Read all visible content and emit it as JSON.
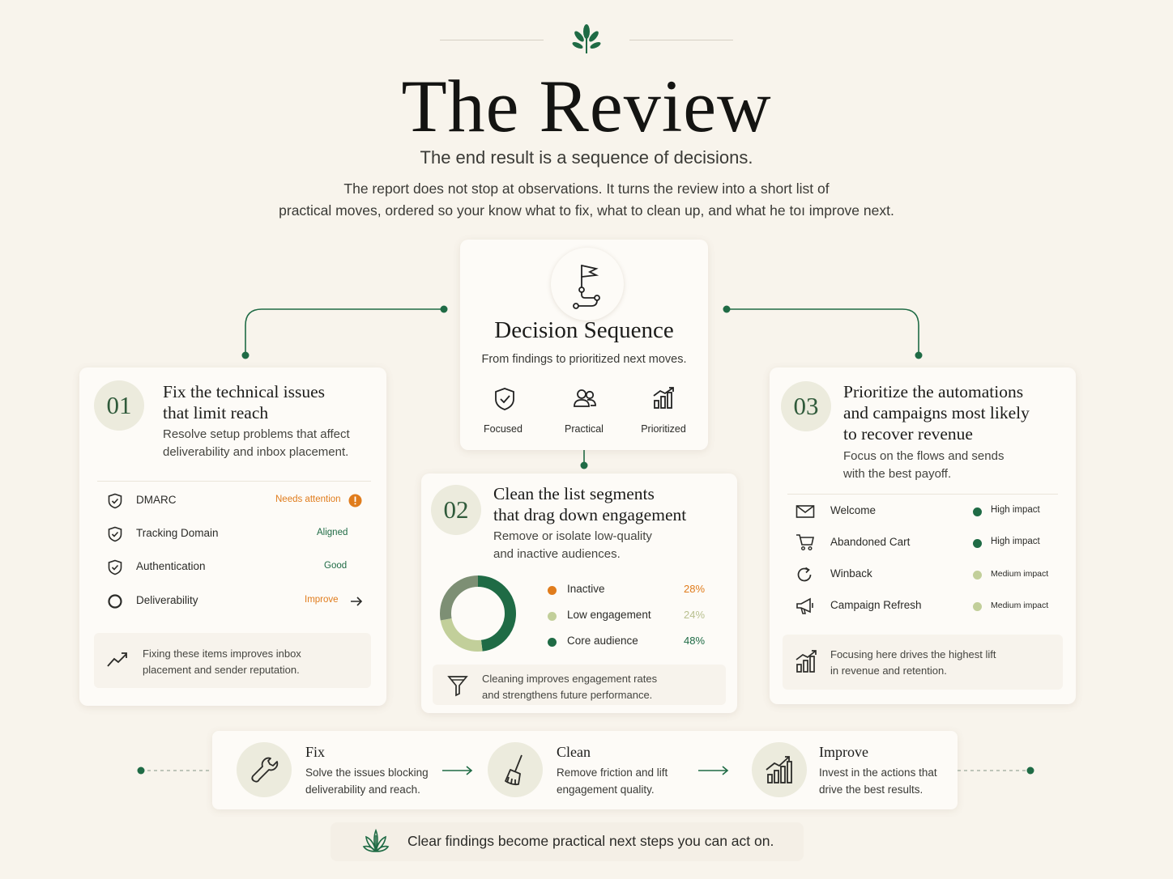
{
  "header": {
    "title": "The Review",
    "subtitle": "The end result is a sequence of decisions.",
    "intro_line1": "The report does not stop at observations. It turns the review into a short list of",
    "intro_line2": "practical moves, ordered so your know what to fix, what to clean up, and what he toı improve next."
  },
  "colors": {
    "background": "#f8f4ec",
    "accent_green": "#1f6b45",
    "orange": "#e07c1c",
    "light_green": "#c2cf9a"
  },
  "center": {
    "icon": "flag-path-icon",
    "title": "Decision Sequence",
    "subtitle": "From findings to prioritized next moves.",
    "pillars": [
      {
        "icon": "shield-check-icon",
        "label": "Focused"
      },
      {
        "icon": "people-icon",
        "label": "Practical"
      },
      {
        "icon": "bar-chart-icon",
        "label": "Prioritized"
      }
    ]
  },
  "card1": {
    "number": "01",
    "title_line1": "Fix the technical issues",
    "title_line2": "that limit reach",
    "desc_line1": "Resolve setup problems that affect",
    "desc_line2": "deliverability and inbox placement.",
    "items": [
      {
        "icon": "shield-check-icon",
        "label": "DMARC",
        "status": "Needs attention"
      },
      {
        "icon": "shield-check-icon",
        "label": "Tracking Domain",
        "status": "Aligned"
      },
      {
        "icon": "shield-check-icon",
        "label": "Authentication",
        "status": "Good"
      },
      {
        "icon": "ring-icon",
        "label": "Deliverability",
        "status": "Improve"
      }
    ],
    "note_line1": "Fixing these items improves inbox",
    "note_line2": "placement and sender reputation."
  },
  "card2": {
    "number": "02",
    "title_line1": "Clean the list segments",
    "title_line2": "that drag down engagement",
    "desc_line1": "Remove or isolate low-quality",
    "desc_line2": "and inactive audiences.",
    "segments": [
      {
        "label": "Inactive",
        "value": "28%",
        "color": "#e07c1c"
      },
      {
        "label": "Low engagement",
        "value": "24%",
        "color": "#c2cf9a"
      },
      {
        "label": "Core audience",
        "value": "48%",
        "color": "#1f6b45"
      }
    ],
    "note_line1": "Cleaning improves engagement rates",
    "note_line2": "and strengthens future performance."
  },
  "card3": {
    "number": "03",
    "title_line1": "Prioritize the automations",
    "title_line2": "and campaigns most likely",
    "title_line3": "to recover revenue",
    "desc_line1": "Focus on the flows and sends",
    "desc_line2": "with the best payoff.",
    "items": [
      {
        "icon": "envelope-icon",
        "label": "Welcome",
        "impact": "High impact"
      },
      {
        "icon": "cart-icon",
        "label": "Abandoned Cart",
        "impact": "High impact"
      },
      {
        "icon": "refresh-icon",
        "label": "Winback",
        "impact": "Medium impact"
      },
      {
        "icon": "megaphone-icon",
        "label": "Campaign Refresh",
        "impact": "Medium impact"
      }
    ],
    "note_line1": "Focusing here drives the highest lift",
    "note_line2": "in revenue and retention."
  },
  "steps": [
    {
      "icon": "wrench-icon",
      "title": "Fix",
      "desc_line1": "Solve the issues blocking",
      "desc_line2": "deliverability and reach."
    },
    {
      "icon": "broom-icon",
      "title": "Clean",
      "desc_line1": "Remove friction and lift",
      "desc_line2": "engagement quality."
    },
    {
      "icon": "growth-chart-icon",
      "title": "Improve",
      "desc_line1": "Invest in the actions that",
      "desc_line2": "drive the best results."
    }
  ],
  "footer": {
    "icon": "leaf-icon",
    "text": "Clear findings become practical next steps you can act on."
  }
}
